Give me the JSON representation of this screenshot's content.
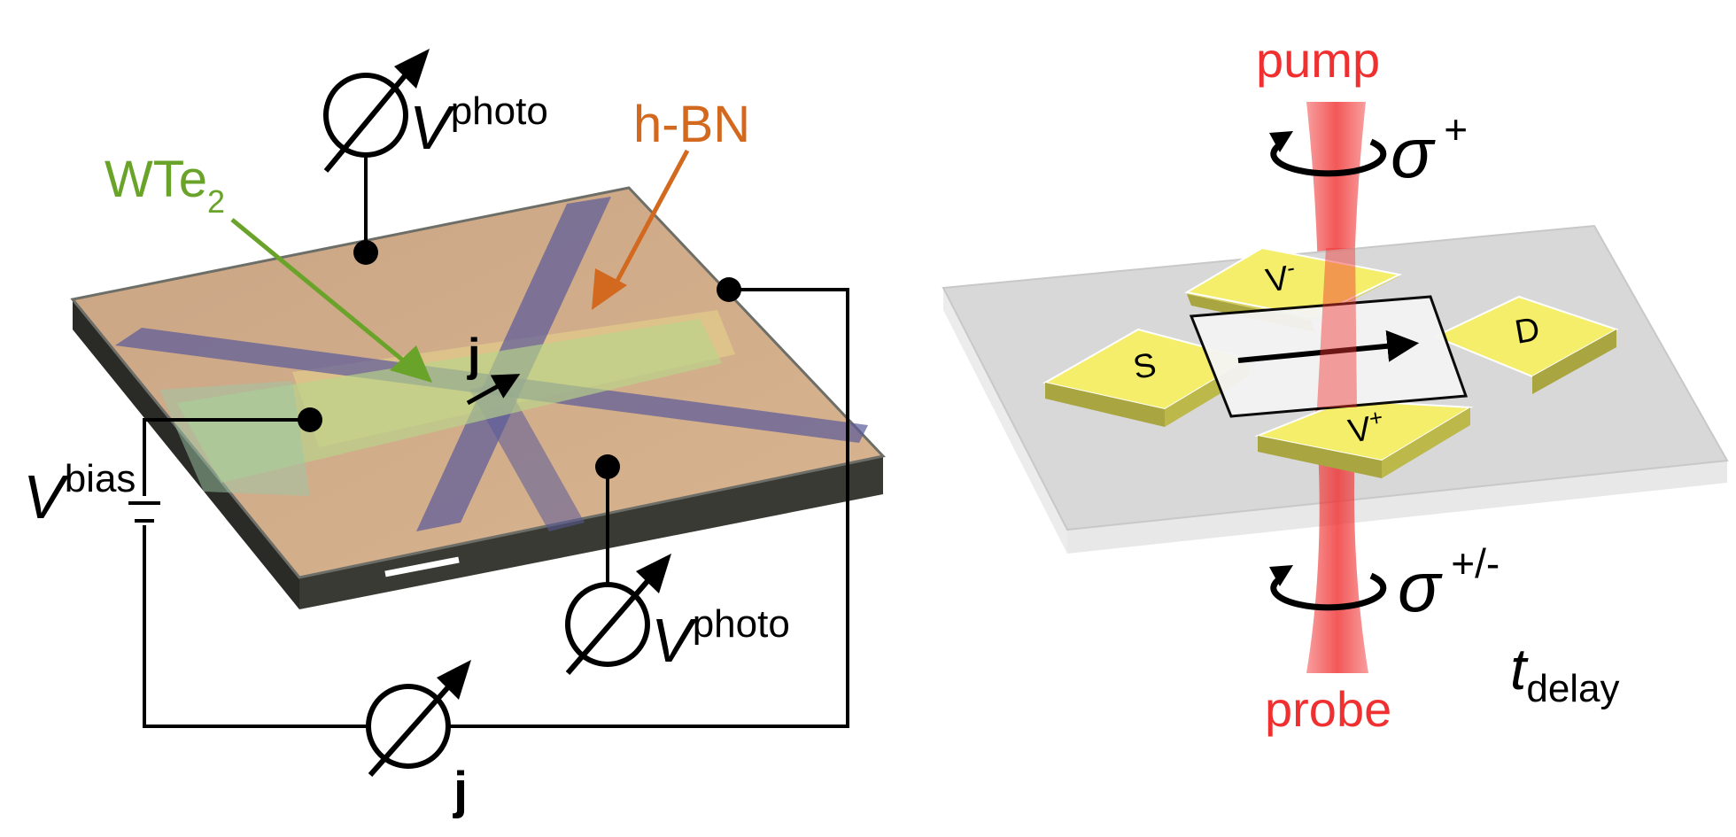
{
  "left_panel": {
    "material_label": "WTe",
    "material_subscript": "2",
    "substrate_label": "h-BN",
    "current_label": "j",
    "bias_symbol": "V",
    "bias_superscript": "bias",
    "photo_symbol": "V",
    "photo_superscript": "photo",
    "ammeter_label": "j"
  },
  "right_panel": {
    "pump_label": "pump",
    "probe_label": "probe",
    "sigma_symbol": "σ",
    "pump_polarization": "+",
    "probe_polarization": "+/-",
    "contact_source": "S",
    "contact_drain": "D",
    "contact_v_minus": "V",
    "contact_v_minus_sup": "-",
    "contact_v_plus": "V",
    "contact_v_plus_sup": "+",
    "delay_symbol": "t",
    "delay_subscript": "delay"
  },
  "colors": {
    "wte2": "#6aa329",
    "hbn": "#d2691e",
    "laser": "#f03030",
    "contact": "#f4ee6a",
    "wire": "#000000"
  }
}
